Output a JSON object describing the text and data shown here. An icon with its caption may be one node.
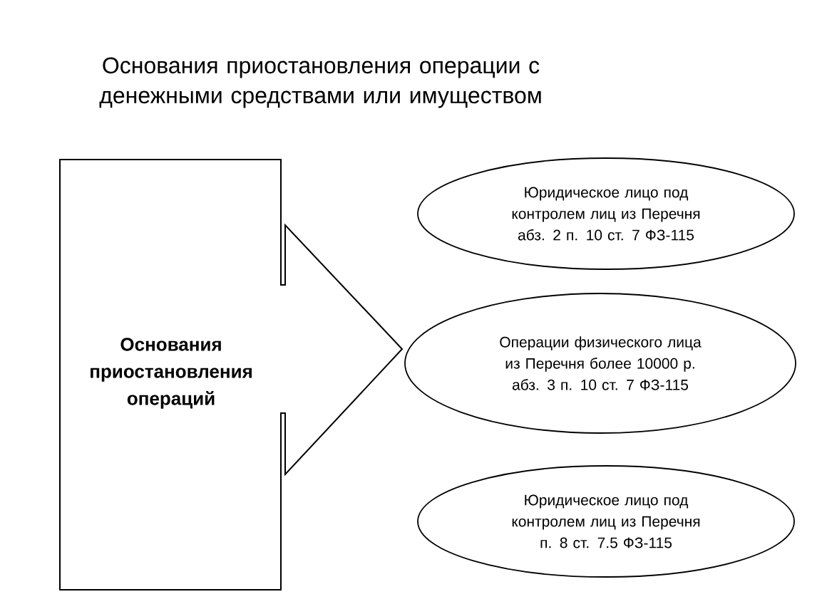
{
  "diagram": {
    "title": "Основания приостановления операции с денежными средствами или имуществом",
    "nodes": [
      {
        "text": [
          "Основания приостановления операций"
        ]
      },
      {
        "text": [
          "Юридическое лицо под контролем лиц из Перечня абз. 2 п. 10 ст. 7 ФЗ-115"
        ]
      },
      {
        "text": [
          "Операции физического лица из Перечня более 10000 р. абз. 3 п. 10 ст. 7 ФЗ-115"
        ]
      },
      {
        "text": [
          "Юридическое лицо под контролем лиц из Перечня п. 8 ст. 7.5 ФЗ-115"
        ]
      }
    ]
  }
}
